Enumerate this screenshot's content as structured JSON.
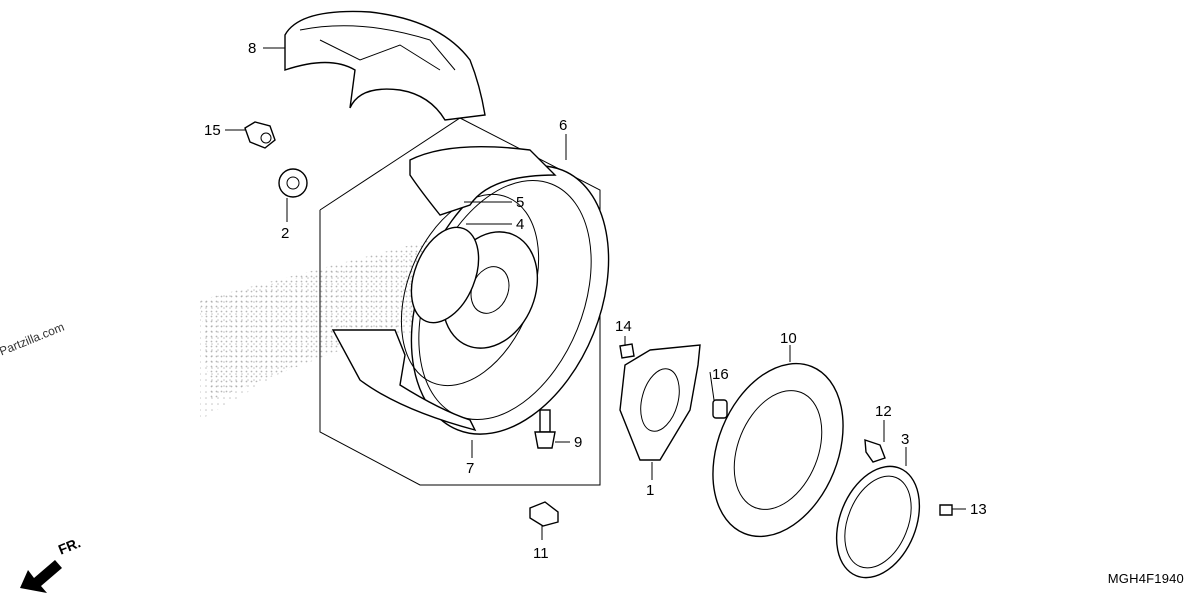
{
  "diagram": {
    "code": "MGH4F1940",
    "copyright": "© Partzilla.com",
    "front_label": "FR.",
    "callouts": [
      "1",
      "2",
      "3",
      "4",
      "5",
      "6",
      "7",
      "8",
      "9",
      "10",
      "11",
      "12",
      "13",
      "14",
      "15",
      "16"
    ]
  }
}
